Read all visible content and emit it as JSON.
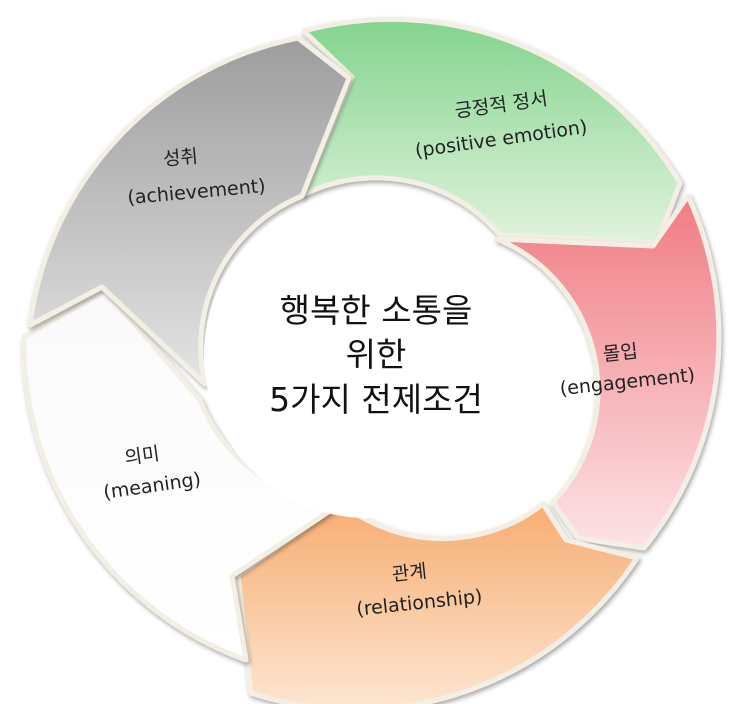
{
  "center": {
    "lines": [
      "행복한 소통을",
      "위한",
      "5가지 전제조건"
    ]
  },
  "segments": [
    {
      "id": "positive-emotion",
      "label_ko": "긍정적 정서",
      "label_en": "(positive emotion)",
      "color_light": "#e2f3de",
      "color_dark": "#83d48e"
    },
    {
      "id": "engagement",
      "label_ko": "몰입",
      "label_en": "(engagement)",
      "color_light": "#fde3e6",
      "color_dark": "#f07c83"
    },
    {
      "id": "relationship",
      "label_ko": "관계",
      "label_en": "(relationship)",
      "color_light": "#fde6d2",
      "color_dark": "#f7ad72"
    },
    {
      "id": "meaning",
      "label_ko": "의미",
      "label_en": "(meaning)",
      "color_light": "#ffffff",
      "color_dark": "#fafafa"
    },
    {
      "id": "achievement",
      "label_ko": "성취",
      "label_en": "(achievement)",
      "color_light": "#e4e4e4",
      "color_dark": "#9d9d9d"
    }
  ]
}
